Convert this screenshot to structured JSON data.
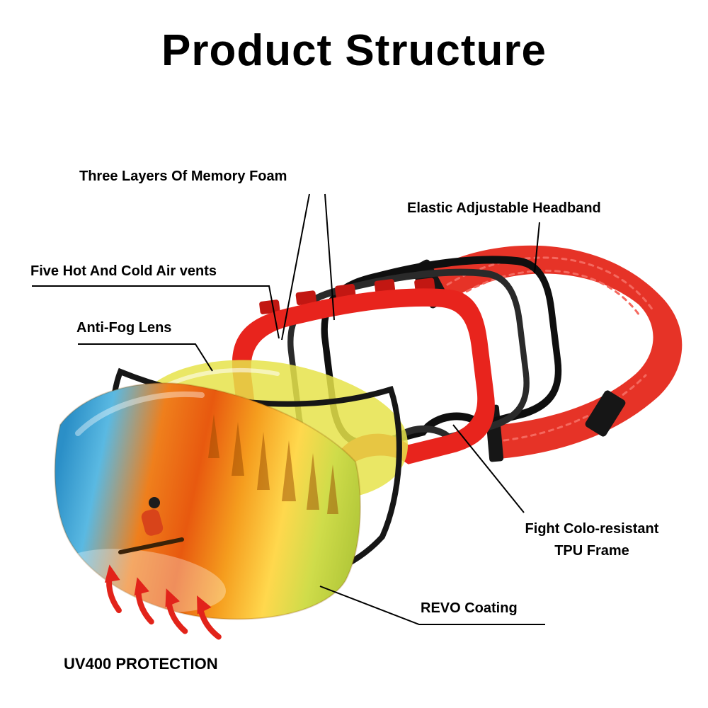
{
  "title": "Product Structure",
  "labels": {
    "memory_foam": "Three Layers Of Memory Foam",
    "headband": "Elastic Adjustable Headband",
    "air_vents": "Five Hot And Cold Air vents",
    "anti_fog": "Anti-Fog Lens",
    "tpu_frame_line1": "Fight Colo-resistant",
    "tpu_frame_line2": "TPU Frame",
    "revo_coating": "REVO Coating",
    "uv400": "UV400 PROTECTION"
  },
  "colors": {
    "frame_red": "#e8241d",
    "headband_red": "#e63327",
    "headband_texture": "#f4695f",
    "lens_yellow": "#e6e34a",
    "arrow_red": "#e2231a",
    "clip_black": "#161616",
    "line_black": "#000000",
    "text_black": "#000000",
    "lens_gradient": [
      "#2b8fc7",
      "#5ab9e2",
      "#ef7f1c",
      "#e8590f",
      "#f59d1e",
      "#ffd84d",
      "#cfdc4a",
      "#b4c93a"
    ]
  }
}
